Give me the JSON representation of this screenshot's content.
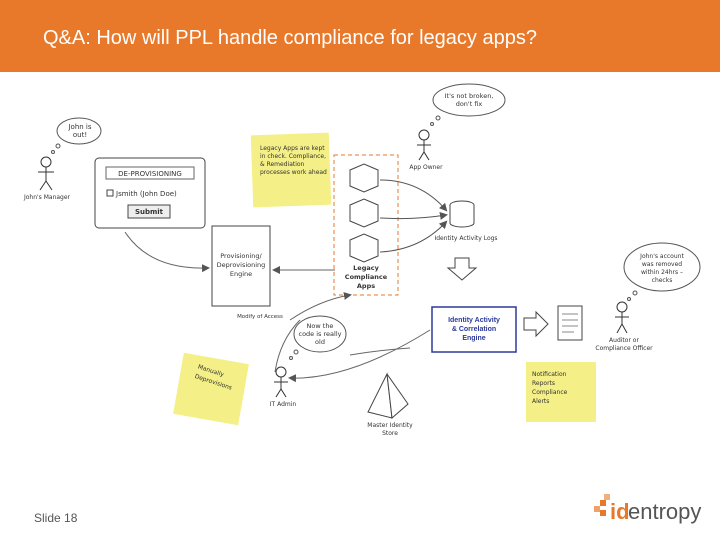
{
  "header": {
    "title": "Q&A: How will PPL handle compliance for legacy apps?"
  },
  "footer": {
    "slide_label": "Slide 18",
    "logo_id": "id",
    "logo_rest": "entropy"
  },
  "diagram": {
    "bubble_manager": "John is\nout!",
    "label_manager": "John's Manager",
    "form": {
      "header": "DE-PROVISIONING",
      "field_value": "Jsmith (John Doe)",
      "submit": "Submit"
    },
    "label_provisioning": "Provisioning/\nDeprovisioning\nEngine",
    "sticky_top": "Legacy Apps are kept\nin check. Compliance,\n& Remediation\nprocesses work ahead",
    "bubble_owner": "It's not broken,\ndon't fix",
    "label_owner": "App Owner",
    "label_logs": "Identity Activity Logs",
    "label_legacy": "Legacy\nCompliance\nApps",
    "bubble_auditor": "John's account\nwas removed\nwithin 24hrs –\nchecks",
    "label_auditor": "Auditor or\nCompliance Officer",
    "label_engine": "Identity Activity\n& Correlation\nEngine",
    "label_attrs": "Modify of Access",
    "bubble_admin": "Now the\ncode is really\nold",
    "label_admin": "IT Admin",
    "sticky_left": "Manually\nDeprovisions",
    "label_store": "Master Identity\nStore",
    "sticky_right": "Notification\nReports\nCompliance\nAlerts"
  },
  "colors": {
    "accent": "#e8792b",
    "sticky": "#f4ef86",
    "engine_border": "#2b3a9a"
  }
}
